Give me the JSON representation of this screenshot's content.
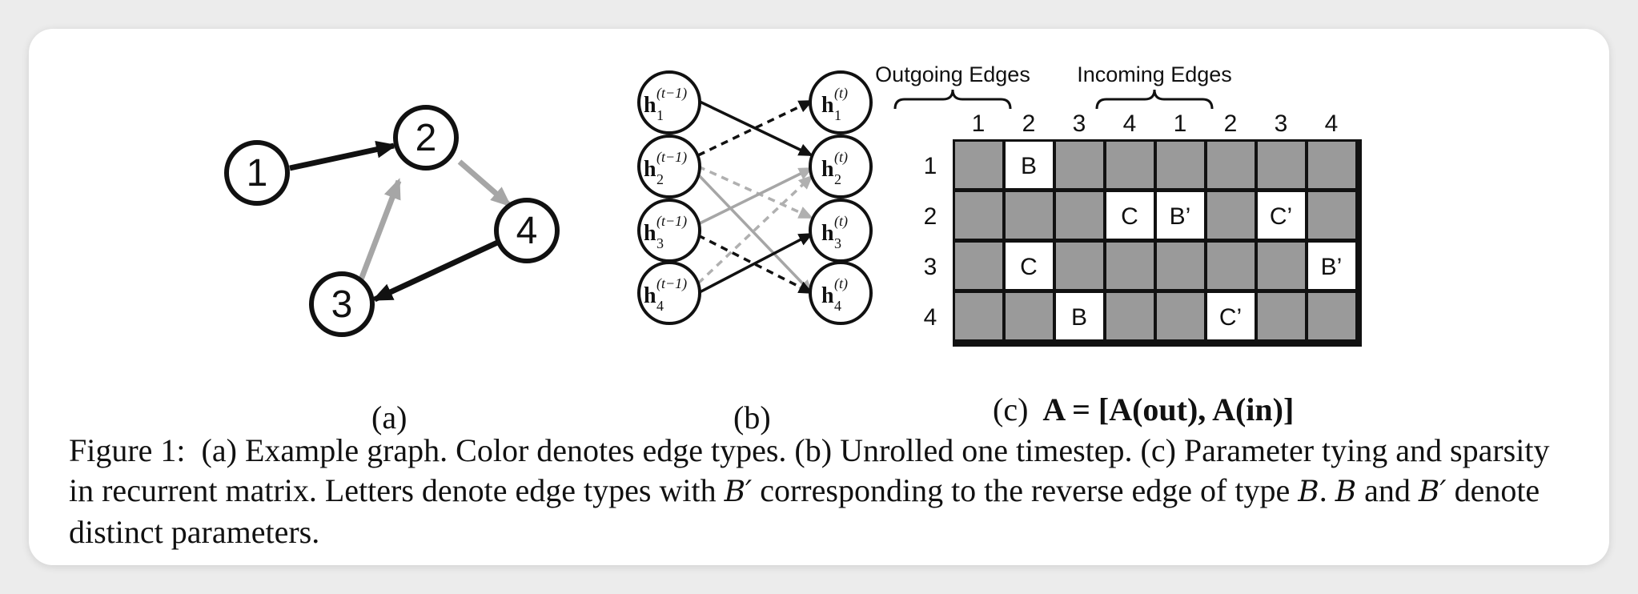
{
  "panel_a": {
    "nodes": [
      "1",
      "2",
      "3",
      "4"
    ],
    "edges": [
      {
        "from": "1",
        "to": "2",
        "type": "B",
        "color": "#111111"
      },
      {
        "from": "2",
        "to": "4",
        "type": "C",
        "color": "#a6a6a6"
      },
      {
        "from": "3",
        "to": "2",
        "type": "C",
        "color": "#a6a6a6"
      },
      {
        "from": "4",
        "to": "3",
        "type": "B",
        "color": "#111111"
      }
    ],
    "label": "(a)"
  },
  "panel_b": {
    "left_nodes": [
      {
        "base": "h",
        "sub": "1",
        "sup": "(t−1)"
      },
      {
        "base": "h",
        "sub": "2",
        "sup": "(t−1)"
      },
      {
        "base": "h",
        "sub": "3",
        "sup": "(t−1)"
      },
      {
        "base": "h",
        "sub": "4",
        "sup": "(t−1)"
      }
    ],
    "right_nodes": [
      {
        "base": "h",
        "sub": "1",
        "sup": "(t)"
      },
      {
        "base": "h",
        "sub": "2",
        "sup": "(t)"
      },
      {
        "base": "h",
        "sub": "3",
        "sup": "(t)"
      },
      {
        "base": "h",
        "sub": "4",
        "sup": "(t)"
      }
    ],
    "label": "(b)"
  },
  "panel_c": {
    "header_outgoing": "Outgoing Edges",
    "header_incoming": "Incoming Edges",
    "column_labels": [
      "1",
      "2",
      "3",
      "4",
      "1",
      "2",
      "3",
      "4"
    ],
    "row_labels": [
      "1",
      "2",
      "3",
      "4"
    ],
    "cells": [
      [
        "",
        "B",
        "",
        "",
        "",
        "",
        "",
        ""
      ],
      [
        "",
        "",
        "",
        "C",
        "B’",
        "",
        "C’",
        ""
      ],
      [
        "",
        "C",
        "",
        "",
        "",
        "",
        "",
        "B’"
      ],
      [
        "",
        "",
        "B",
        "",
        "",
        "C’",
        "",
        ""
      ]
    ],
    "label_prefix": "(c)",
    "label_formula": "A = [A(out), A(in)]",
    "colors": {
      "filled": "#9a9a9a",
      "empty": "#ffffff",
      "border": "#111111"
    }
  },
  "caption": {
    "figure_label": "Figure 1:",
    "part1": "(a) Example graph. Color denotes edge types. (b) Unrolled one timestep. (c) Parameter tying and sparsity in recurrent matrix. Letters denote edge types with",
    "sym_bprime_1": "B′",
    "part2": "corresponding to the reverse edge of type",
    "sym_b_1": "B",
    "part3": ".",
    "sym_b_2": "B",
    "part4": "and",
    "sym_bprime_2": "B′",
    "part5": "denote distinct parameters."
  }
}
